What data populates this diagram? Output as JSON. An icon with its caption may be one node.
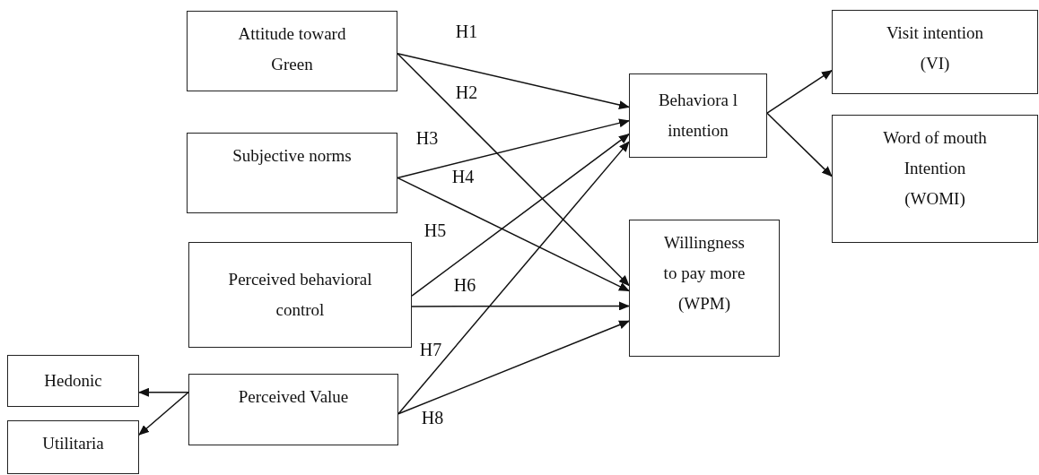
{
  "diagram": {
    "nodes": [
      {
        "text": [
          "Attitude toward Green"
        ]
      },
      {
        "text": [
          "Subjective norms"
        ]
      },
      {
        "text": [
          "Perceived behavioral control"
        ]
      },
      {
        "text": [
          "Perceived Value"
        ]
      },
      {
        "text": [
          "Hedonic"
        ]
      },
      {
        "text": [
          "Utilitaria"
        ]
      },
      {
        "text": [
          "Behaviora l intention"
        ]
      },
      {
        "text": [
          "Willingness to pay more (WPM)"
        ]
      },
      {
        "text": [
          "Visit intention (VI)"
        ]
      },
      {
        "text": [
          "Word of mouth Intention (WOMI)"
        ]
      }
    ],
    "edges": [
      {
        "from": 0,
        "to": 6,
        "arrow": "to",
        "label": "H1"
      },
      {
        "from": 0,
        "to": 7,
        "arrow": "to",
        "label": "H2"
      },
      {
        "from": 1,
        "to": 6,
        "arrow": "to",
        "label": "H3"
      },
      {
        "from": 1,
        "to": 7,
        "arrow": "to",
        "label": "H4"
      },
      {
        "from": 2,
        "to": 6,
        "arrow": "to",
        "label": "H5"
      },
      {
        "from": 2,
        "to": 7,
        "arrow": "to",
        "label": "H6"
      },
      {
        "from": 3,
        "to": 6,
        "arrow": "to",
        "label": "H7"
      },
      {
        "from": 3,
        "to": 7,
        "arrow": "to",
        "label": "H8"
      },
      {
        "from": 6,
        "to": 8,
        "arrow": "to"
      },
      {
        "from": 6,
        "to": 9,
        "arrow": "to"
      },
      {
        "from": 3,
        "to": 4,
        "arrow": "to"
      },
      {
        "from": 3,
        "to": 5,
        "arrow": "to"
      }
    ]
  }
}
